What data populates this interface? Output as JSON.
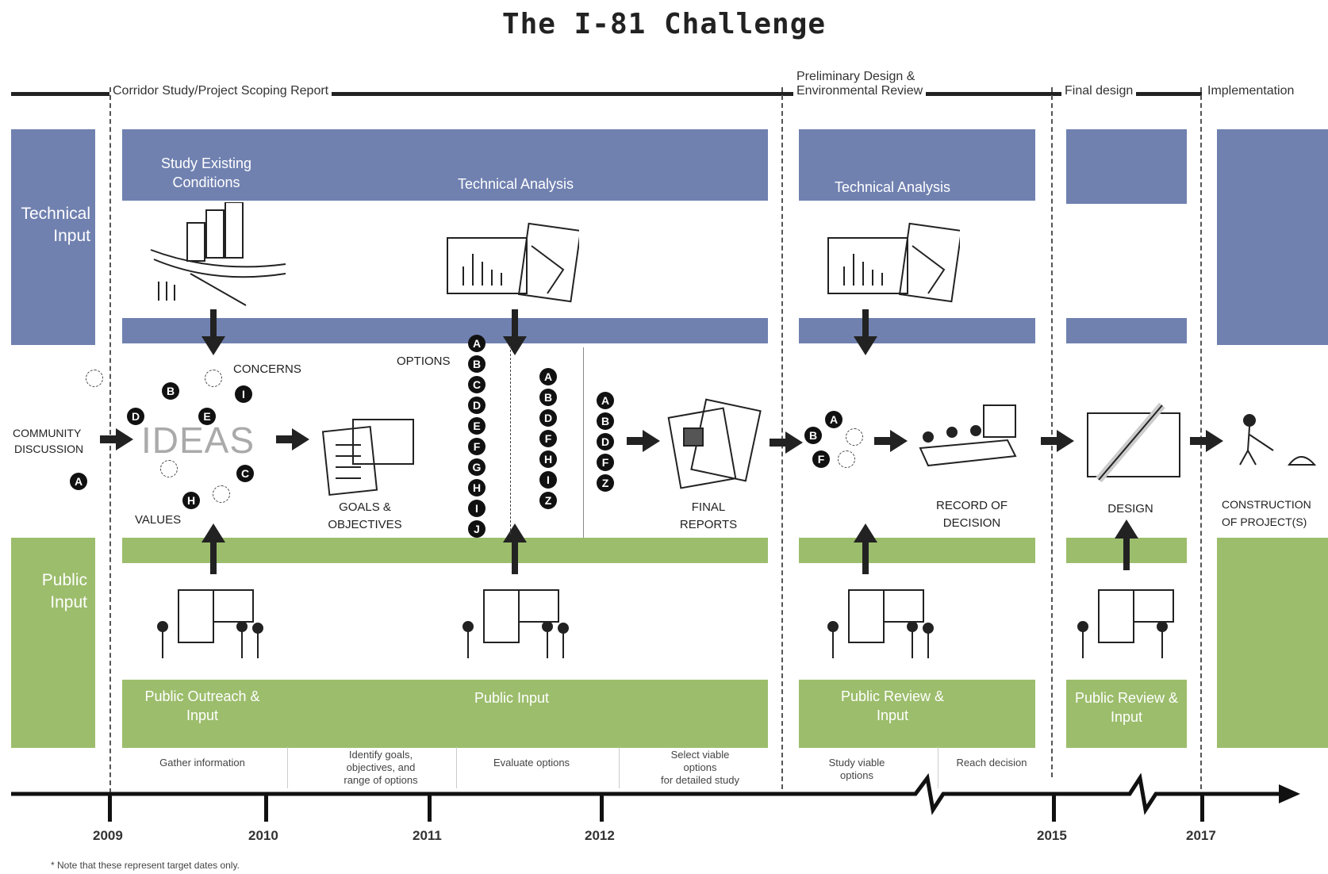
{
  "title": "The I-81 Challenge",
  "phases": {
    "corridor": "Corridor Study/Project Scoping Report",
    "prelim_line1": "Preliminary Design &",
    "prelim_line2": "Environmental Review",
    "final": "Final design",
    "impl": "Implementation"
  },
  "side": {
    "technical": "Technical Input",
    "community_line1": "COMMUNITY",
    "community_line2": "DISCUSSION",
    "public": "Public Input"
  },
  "bands": {
    "study_existing": "Study Existing Conditions",
    "technical_analysis_1": "Technical Analysis",
    "technical_analysis_2": "Technical Analysis",
    "public_outreach": "Public Outreach & Input",
    "public_input": "Public Input",
    "public_review_1": "Public Review & Input",
    "public_review_2": "Public Review & Input"
  },
  "labels": {
    "concerns": "CONCERNS",
    "values": "VALUES",
    "ideas": "IDEAS",
    "goals_line1": "GOALS &",
    "goals_line2": "OBJECTIVES",
    "options": "OPTIONS",
    "final_line1": "FINAL",
    "final_line2": "REPORTS",
    "record_line1": "RECORD OF",
    "record_line2": "DECISION",
    "design": "DESIGN",
    "construction_line1": "CONSTRUCTION",
    "construction_line2": "OF PROJECT(S)"
  },
  "ideas_letters": [
    "B",
    "D",
    "E",
    "I",
    "C",
    "H",
    "A"
  ],
  "options_all": [
    "A",
    "B",
    "C",
    "D",
    "E",
    "F",
    "G",
    "H",
    "I",
    "J"
  ],
  "options_mid": [
    "A",
    "B",
    "D",
    "F",
    "H",
    "I",
    "Z"
  ],
  "options_viable": [
    "A",
    "B",
    "D",
    "F",
    "Z"
  ],
  "record_letters": [
    "A",
    "B",
    "F"
  ],
  "steps": {
    "gather": "Gather information",
    "identify_line1": "Identify goals,",
    "identify_line2": "objectives, and",
    "identify_line3": "range of options",
    "evaluate": "Evaluate options",
    "select_line1": "Select viable",
    "select_line2": "options",
    "select_line3": "for detailed study",
    "study_line1": "Study viable",
    "study_line2": "options",
    "reach": "Reach decision"
  },
  "years": [
    "2009",
    "2010",
    "2011",
    "2012",
    "2015",
    "2017"
  ],
  "note": "* Note that these represent target dates only.",
  "colors": {
    "technical": "#7081b0",
    "public": "#9cbd6c",
    "ink": "#111111"
  }
}
